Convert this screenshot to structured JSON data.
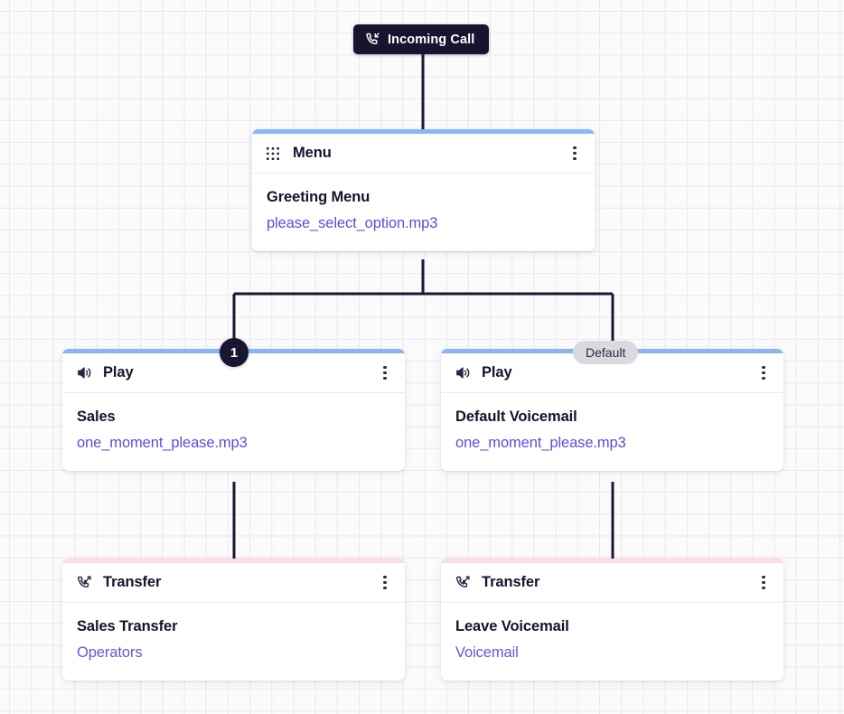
{
  "canvas": {
    "grid_color": "#e9e9ed",
    "background_color": "#fbfbfc"
  },
  "colors": {
    "node_accent_blue": "#8ab6f2",
    "node_accent_pink": "#fcdde2",
    "link_purple": "#5b4ed6",
    "dark": "#171430",
    "pill_gray": "#d9d9de"
  },
  "start": {
    "label": "Incoming Call",
    "icon": "incoming-call-icon"
  },
  "nodes": [
    {
      "id": "menu",
      "type_label": "Menu",
      "type_icon": "dialpad-grid-icon",
      "accent": "blue",
      "title": "Greeting Menu",
      "detail": "please_select_option.mp3",
      "detail_kind": "audio-file"
    },
    {
      "id": "play-sales",
      "type_label": "Play",
      "type_icon": "speaker-icon",
      "accent": "blue",
      "title": "Sales",
      "detail": "one_moment_please.mp3",
      "detail_kind": "audio-file"
    },
    {
      "id": "play-default-voicemail",
      "type_label": "Play",
      "type_icon": "speaker-icon",
      "accent": "blue",
      "title": "Default Voicemail",
      "detail": "one_moment_please.mp3",
      "detail_kind": "audio-file"
    },
    {
      "id": "transfer-sales",
      "type_label": "Transfer",
      "type_icon": "call-transfer-icon",
      "accent": "pink",
      "title": "Sales Transfer",
      "detail": "Operators",
      "detail_kind": "destination"
    },
    {
      "id": "transfer-voicemail",
      "type_label": "Transfer",
      "type_icon": "call-transfer-icon",
      "accent": "pink",
      "title": "Leave Voicemail",
      "detail": "Voicemail",
      "detail_kind": "destination"
    }
  ],
  "edge_labels": {
    "option_one": "1",
    "default": "Default"
  },
  "kebab_menu_label": "⋮"
}
